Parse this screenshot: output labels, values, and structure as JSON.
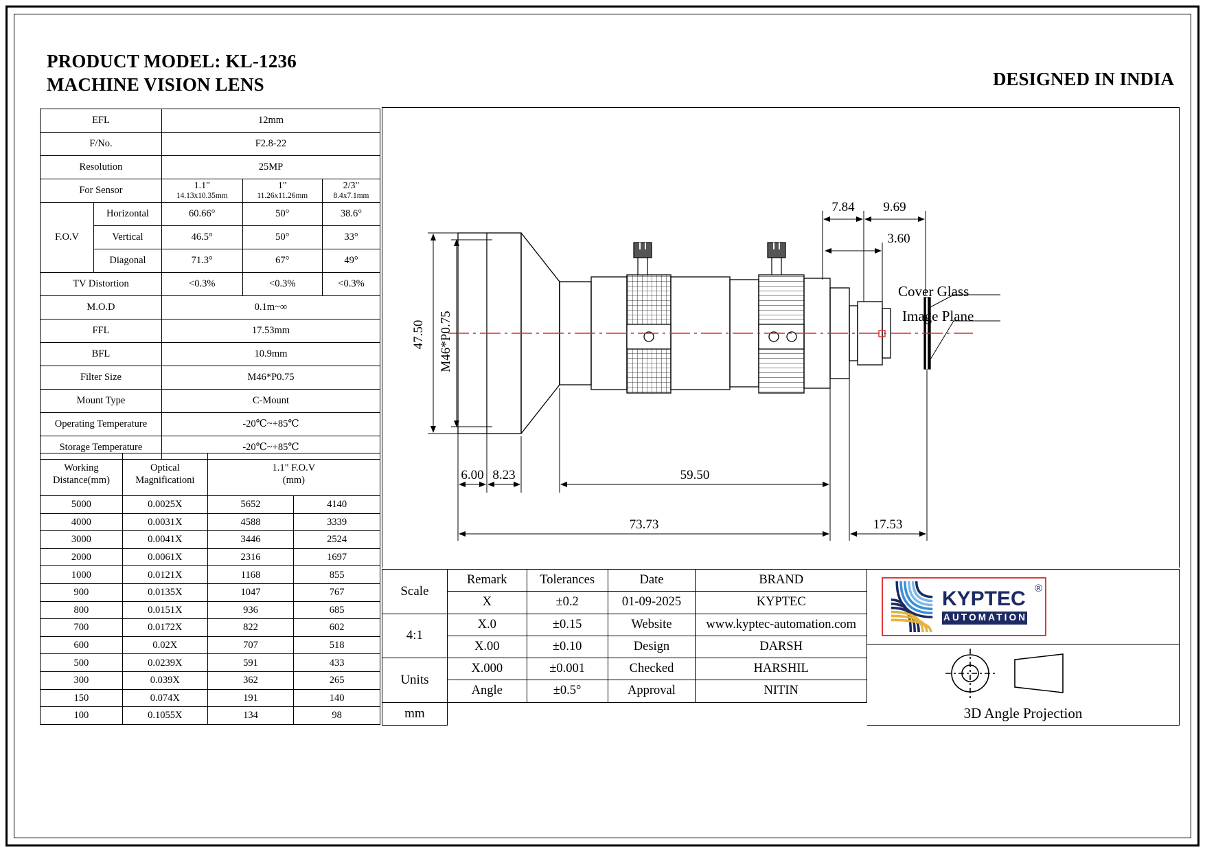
{
  "header": {
    "title_line1": "PRODUCT MODEL: KL-1236",
    "title_line2": "MACHINE VISION LENS",
    "designed_in": "DESIGNED IN INDIA"
  },
  "spec": {
    "efl_label": "EFL",
    "efl_value": "12mm",
    "fno_label": "F/No.",
    "fno_value": "F2.8-22",
    "resolution_label": "Resolution",
    "resolution_value": "25MP",
    "sensor_label": "For Sensor",
    "sensors": [
      {
        "size": "1.1\"",
        "dims": "14.13x10.35mm"
      },
      {
        "size": "1\"",
        "dims": "11.26x11.26mm"
      },
      {
        "size": "2/3\"",
        "dims": "8.4x7.1mm"
      }
    ],
    "fov_label": "F.O.V",
    "fov_rows": [
      {
        "label": "Horizontal",
        "values": [
          "60.66°",
          "50°",
          "38.6°"
        ]
      },
      {
        "label": "Vertical",
        "values": [
          "46.5°",
          "50°",
          "33°"
        ]
      },
      {
        "label": "Diagonal",
        "values": [
          "71.3°",
          "67°",
          "49°"
        ]
      }
    ],
    "tv_distortion_label": "TV Distortion",
    "tv_distortion_values": [
      "<0.3%",
      "<0.3%",
      "<0.3%"
    ],
    "mod_label": "M.O.D",
    "mod_value": "0.1m~∞",
    "ffl_label": "FFL",
    "ffl_value": "17.53mm",
    "bfl_label": "BFL",
    "bfl_value": "10.9mm",
    "filter_label": "Filter Size",
    "filter_value": "M46*P0.75",
    "mount_label": "Mount Type",
    "mount_value": "C-Mount",
    "op_temp_label": "Operating Temperature",
    "op_temp_value": "-20℃~+85℃",
    "st_temp_label": "Storage Temperature",
    "st_temp_value": "-20℃~+85℃"
  },
  "working_table": {
    "head_wd": "Working\nDistance(mm)",
    "head_wd_l1": "Working",
    "head_wd_l2": "Distance(mm)",
    "head_om_l1": "Optical",
    "head_om_l2": "Magnificationi",
    "head_fov_l1": "1.1\" F.O.V",
    "head_fov_l2": "(mm)",
    "rows": [
      {
        "wd": "5000",
        "mag": "0.0025X",
        "f1": "5652",
        "f2": "4140"
      },
      {
        "wd": "4000",
        "mag": "0.0031X",
        "f1": "4588",
        "f2": "3339"
      },
      {
        "wd": "3000",
        "mag": "0.0041X",
        "f1": "3446",
        "f2": "2524"
      },
      {
        "wd": "2000",
        "mag": "0.0061X",
        "f1": "2316",
        "f2": "1697"
      },
      {
        "wd": "1000",
        "mag": "0.0121X",
        "f1": "1168",
        "f2": "855"
      },
      {
        "wd": "900",
        "mag": "0.0135X",
        "f1": "1047",
        "f2": "767"
      },
      {
        "wd": "800",
        "mag": "0.0151X",
        "f1": "936",
        "f2": "685"
      },
      {
        "wd": "700",
        "mag": "0.0172X",
        "f1": "822",
        "f2": "602"
      },
      {
        "wd": "600",
        "mag": "0.02X",
        "f1": "707",
        "f2": "518"
      },
      {
        "wd": "500",
        "mag": "0.0239X",
        "f1": "591",
        "f2": "433"
      },
      {
        "wd": "300",
        "mag": "0.039X",
        "f1": "362",
        "f2": "265"
      },
      {
        "wd": "150",
        "mag": "0.074X",
        "f1": "191",
        "f2": "140"
      },
      {
        "wd": "100",
        "mag": "0.1055X",
        "f1": "134",
        "f2": "98"
      }
    ]
  },
  "drawing": {
    "dim_height": "47.50",
    "dim_thread": "M46*P0.75",
    "dim_front": "6.00",
    "dim_taper": "8.23",
    "dim_body": "59.50",
    "dim_total": "73.73",
    "dim_bfl": "17.53",
    "dim_784": "7.84",
    "dim_969": "9.69",
    "dim_360": "3.60",
    "label_cover_glass": "Cover Glass",
    "label_image_plane": "Image Plane"
  },
  "title_block": {
    "scale_label": "Scale",
    "scale_value": "4:1",
    "units_label": "Units",
    "units_value": "mm",
    "col_remark": "Remark",
    "col_tolerances": "Tolerances",
    "col_date": "Date",
    "col_brand": "BRAND",
    "tolerance_rows": [
      {
        "remark": "X",
        "tol": "±0.2",
        "field": "01-09-2025",
        "value": "KYPTEC"
      },
      {
        "remark": "X.0",
        "tol": "±0.15",
        "field": "Website",
        "value": "www.kyptec-automation.com"
      },
      {
        "remark": "X.00",
        "tol": "±0.10",
        "field": "Design",
        "value": "DARSH"
      },
      {
        "remark": "X.000",
        "tol": "±0.001",
        "field": "Checked",
        "value": "HARSHIL"
      },
      {
        "remark": "Angle",
        "tol": "±0.5°",
        "field": "Approval",
        "value": "NITIN"
      }
    ],
    "projection_label": "3D Angle Projection",
    "logo": {
      "name": "KYPTEC",
      "tagline": "AUTOMATION",
      "registered": "®",
      "colors": {
        "navy": "#1c2a63",
        "blue": "#3a8fd4",
        "lightblue": "#7db9e8",
        "gold": "#e8b33a",
        "border": "#e03a3a"
      }
    }
  }
}
